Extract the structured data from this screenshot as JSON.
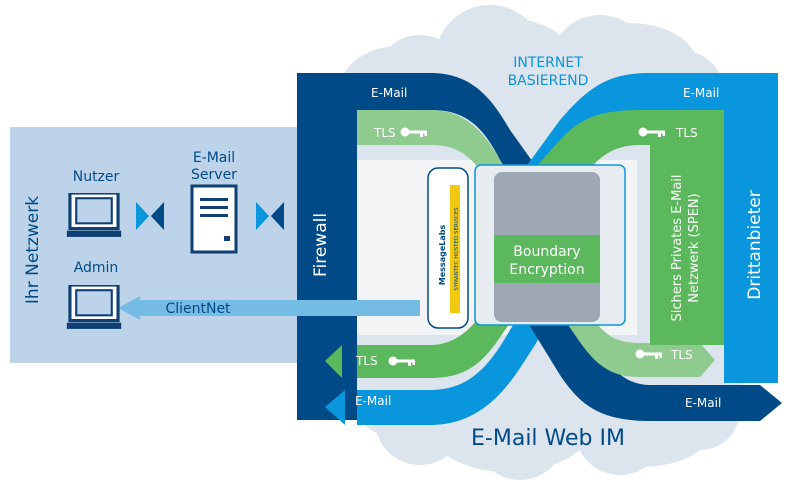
{
  "cloud": {
    "label_line1": "INTERNET",
    "label_line2": "BASIEREND",
    "bottom_label": "E-Mail Web IM"
  },
  "network": {
    "title": "Ihr Netzwerk",
    "user_label": "Nutzer",
    "admin_label": "Admin",
    "server_label_line1": "E-Mail",
    "server_label_line2": "Server",
    "clientnet_label": "ClientNet"
  },
  "firewall": {
    "label": "Firewall"
  },
  "third_party": {
    "label": "Drittanbieter",
    "spen_line1": "Sichers Privates E-Mail",
    "spen_line2": "Netzwerk (SPEN)"
  },
  "flows": {
    "email_top_left": "E-Mail",
    "email_top_right": "E-Mail",
    "email_bottom_left": "E-Mail",
    "email_bottom_right": "E-Mail",
    "tls_top_left": "TLS",
    "tls_top_right": "TLS",
    "tls_bottom_left": "TLS",
    "tls_bottom_right": "TLS"
  },
  "center": {
    "line1": "Boundary",
    "line2": "Encryption",
    "logo_line1": "MessageLabs",
    "logo_line2": "SYMANTEC HOSTED SERVICES"
  },
  "colors": {
    "dark_blue": "#004B87",
    "light_blue": "#0A96DC",
    "green": "#5CB85C",
    "light_green": "#8FCB8F",
    "cloud": "#DCE4EE",
    "network_bg": "#BDD3EA",
    "arrow_light": "#74BCE4",
    "grey_box": "#9EA8B4"
  }
}
